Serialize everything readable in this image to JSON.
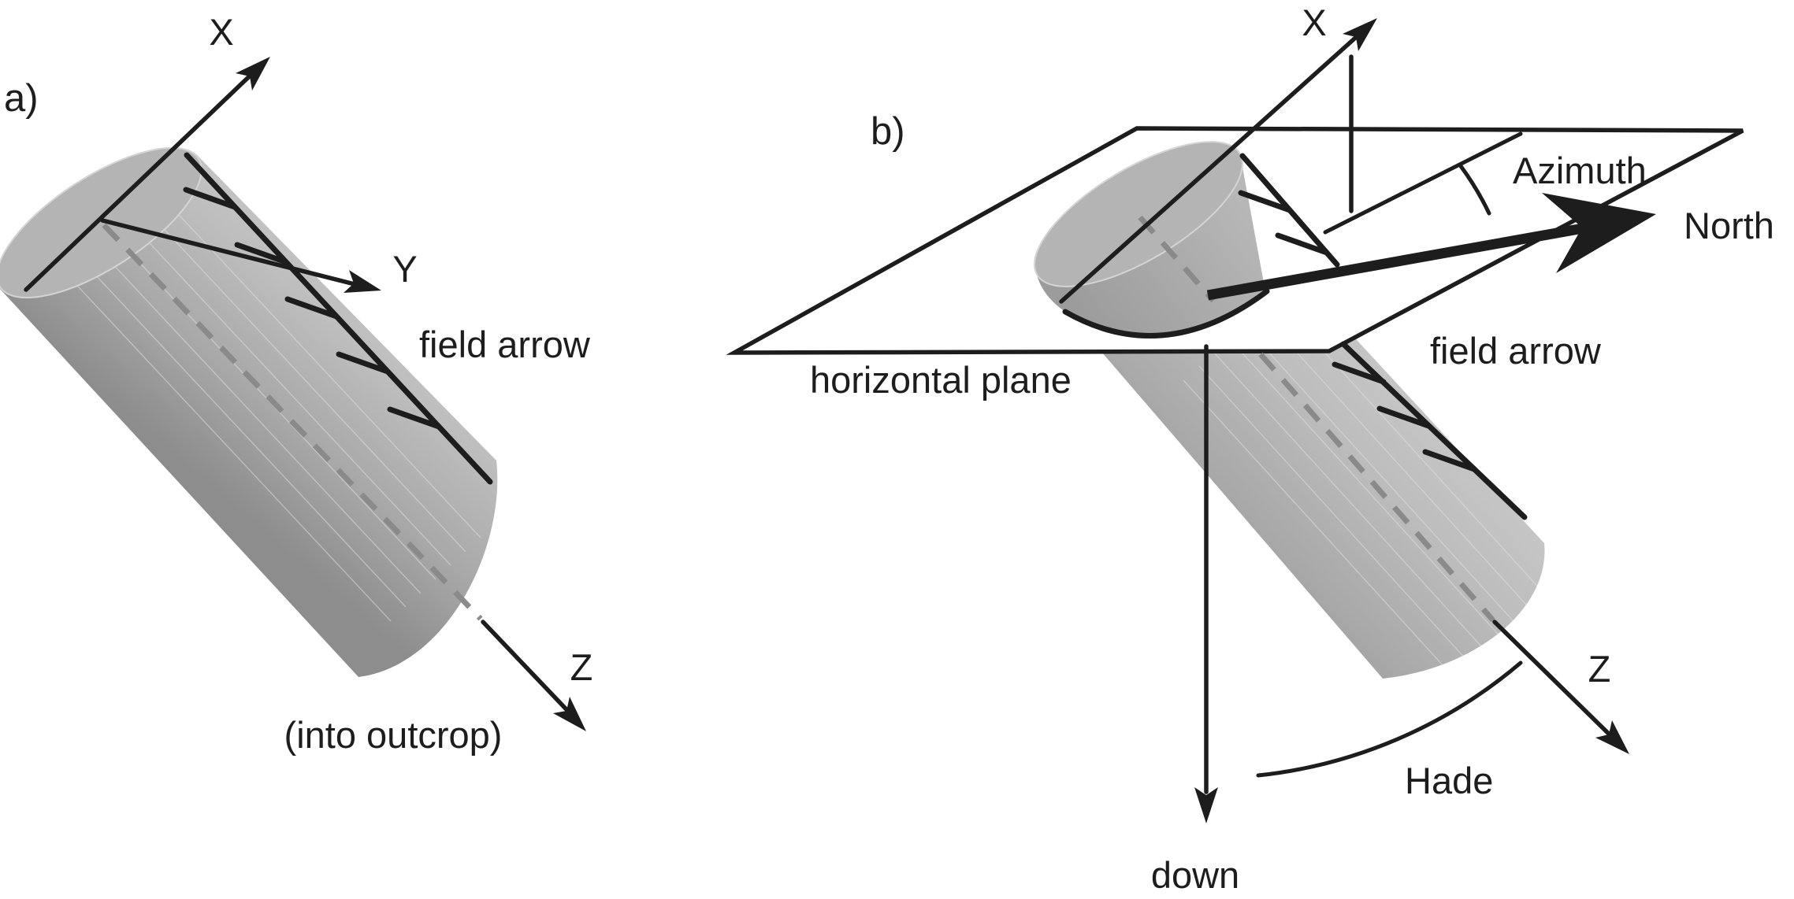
{
  "figure": {
    "description": "Two-panel diagram of a cylindrical paleomagnetic core sample: panel a shows sample coordinate axes, panel b shows the sample relative to the horizontal plane with azimuth and hade angles",
    "colors": {
      "ink": "#1d1d1d",
      "hidden_line_gray": "#8a8a8a",
      "cylinder_face": "#b4b4b4",
      "cylinder_light": "#c9c9c9",
      "cylinder_dark": "#8d8d8d",
      "plane_fill": "#ffffff"
    },
    "panel_a": {
      "tag": "a)",
      "x_label": "X",
      "y_label": "Y",
      "z_label": "Z",
      "z_note": "(into outcrop)",
      "field_arrow_label": "field arrow"
    },
    "panel_b": {
      "tag": "b)",
      "x_label": "X",
      "z_label": "Z",
      "plane_label": "horizontal plane",
      "azimuth_label": "Azimuth",
      "north_label": "North",
      "field_arrow_label": "field arrow",
      "hade_label": "Hade",
      "down_label": "down"
    }
  }
}
